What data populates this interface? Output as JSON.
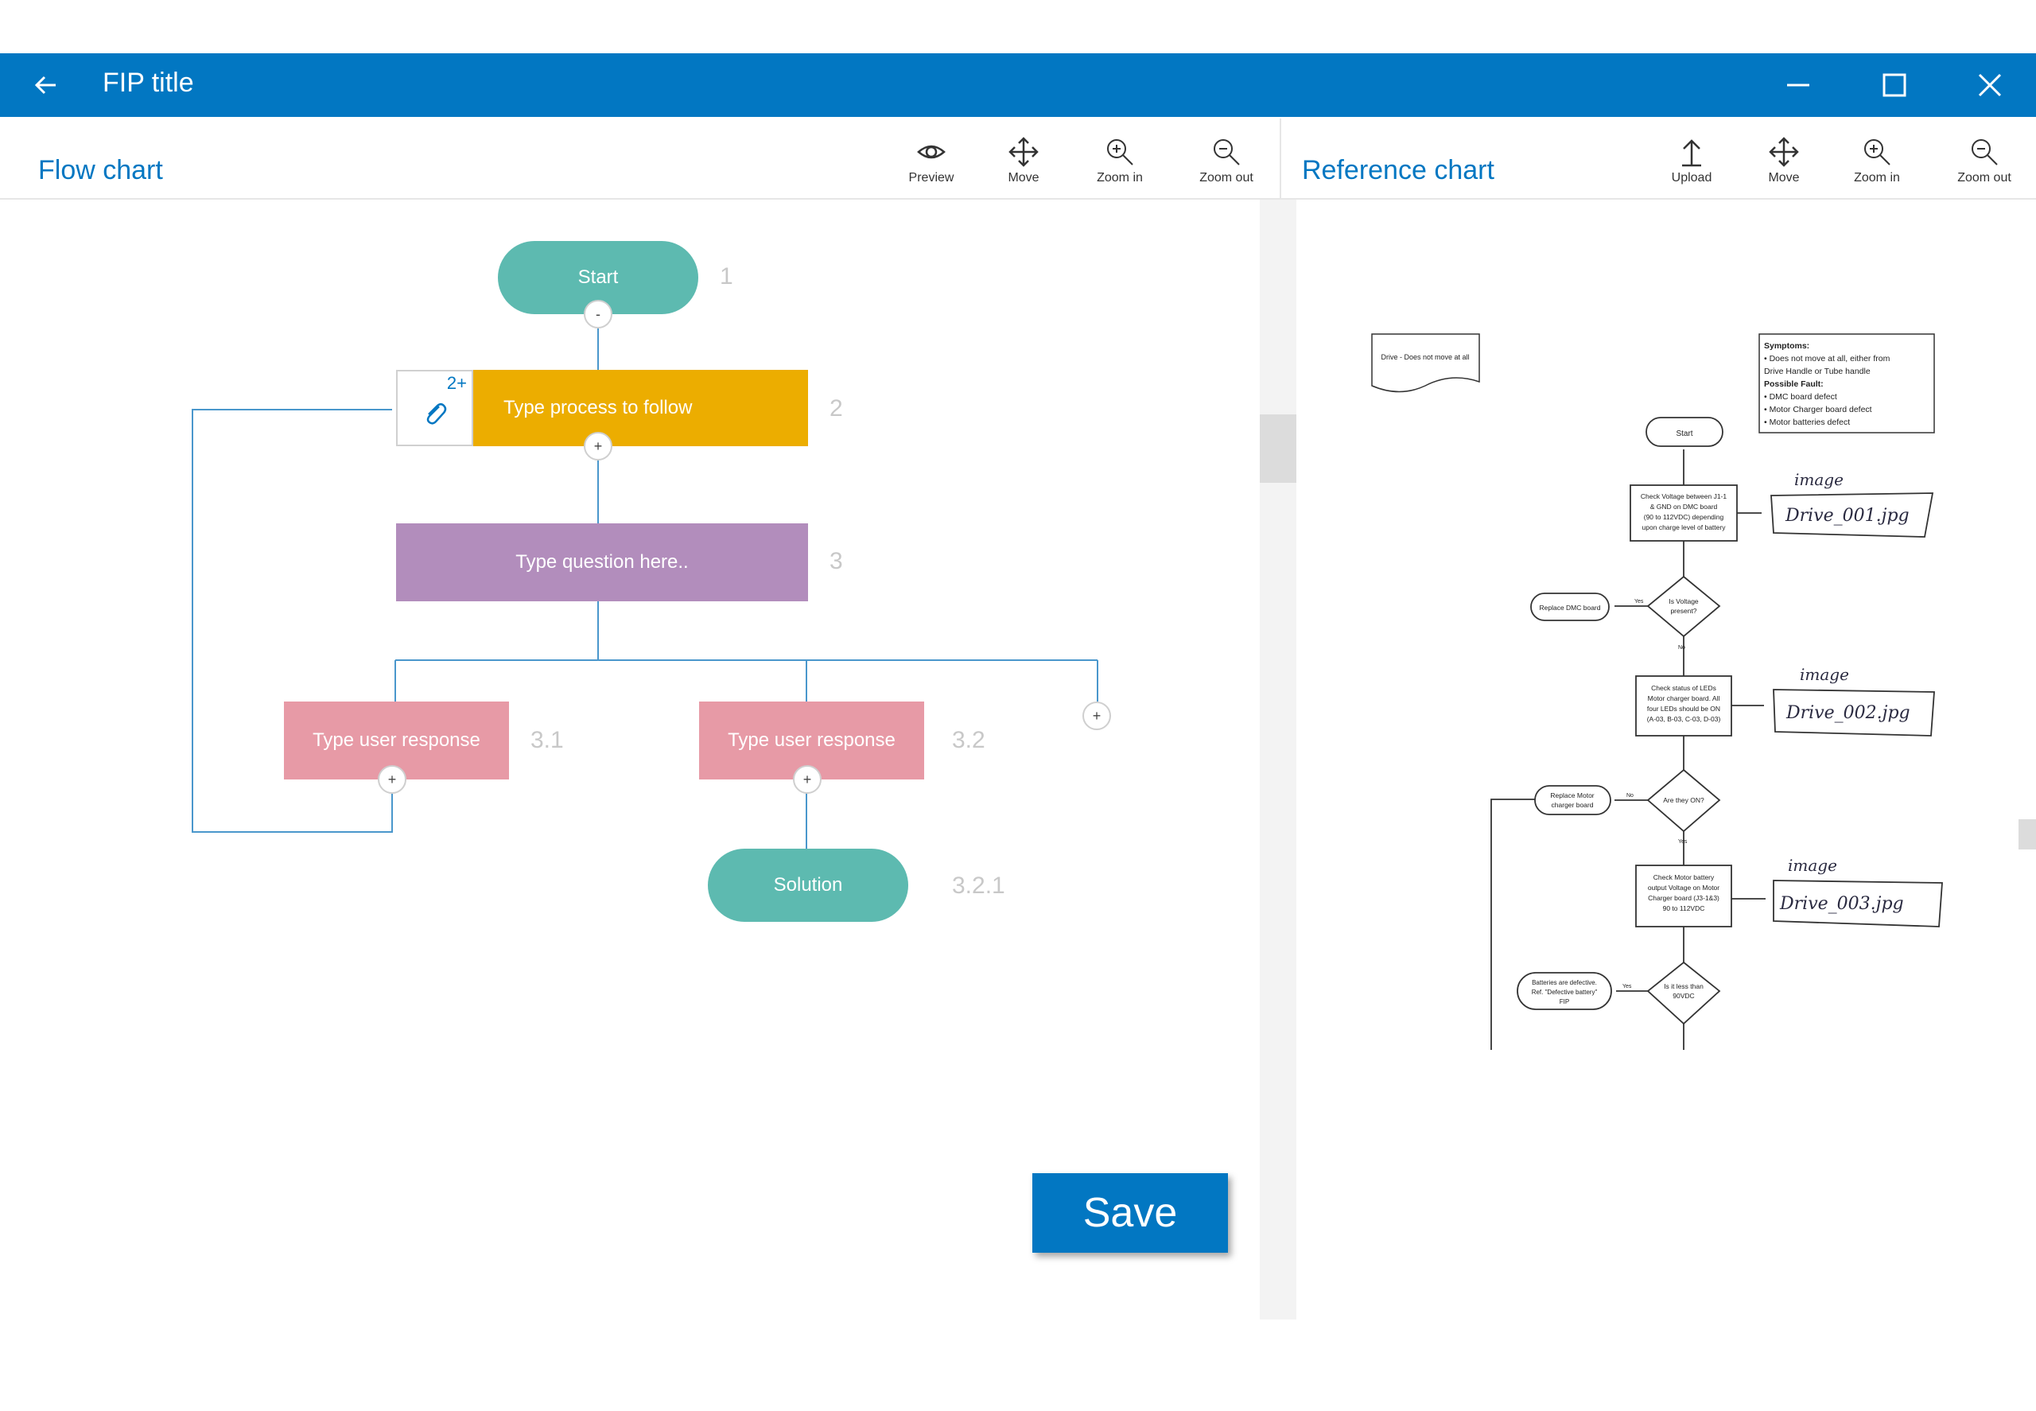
{
  "window": {
    "title": "FIP title"
  },
  "flow_panel": {
    "title": "Flow chart",
    "tools": {
      "preview": "Preview",
      "move": "Move",
      "zoom_in": "Zoom in",
      "zoom_out": "Zoom out"
    }
  },
  "ref_panel": {
    "title": "Reference chart",
    "tools": {
      "upload": "Upload",
      "move": "Move",
      "zoom_in": "Zoom in",
      "zoom_out": "Zoom out"
    }
  },
  "flow": {
    "start": {
      "label": "Start",
      "num": "1",
      "toggle": "-"
    },
    "process": {
      "label": "Type process to follow",
      "num": "2",
      "attachments": "2+",
      "toggle": "+"
    },
    "question": {
      "label": "Type question here..",
      "num": "3"
    },
    "responses": [
      {
        "label": "Type user response",
        "num": "3.1",
        "toggle": "+"
      },
      {
        "label": "Type user response",
        "num": "3.2",
        "toggle": "+"
      }
    ],
    "add_branch": "+",
    "solution": {
      "label": "Solution",
      "num": "3.2.1"
    }
  },
  "reference_chart": {
    "doc_label": "Drive - Does not move at all",
    "symptoms_text": [
      "Symptoms:",
      "•  Does not move at all, either from",
      "   Drive Handle or Tube handle",
      "Possible Fault:",
      "•  DMC board defect",
      "•  Motor Charger board defect",
      "•  Motor batteries defect"
    ],
    "start": "Start",
    "step1": [
      "Check Voltage between J1-1",
      "& GND on DMC board",
      "(90 to 112VDC) depending",
      "upon charge level of battery"
    ],
    "q1": [
      "Is Voltage",
      "present?"
    ],
    "a1": "Replace DMC board",
    "step2": [
      "Check status of LEDs",
      "Motor charger board. All",
      "four LEDs should be ON",
      "(A-03, B-03, C-03, D-03)"
    ],
    "q2": "Are they ON?",
    "a2": [
      "Replace Motor",
      "charger board"
    ],
    "step3": [
      "Check Motor battery",
      "output Voltage on Motor",
      "Charger board (J3-1&3)",
      "90 to 112VDC"
    ],
    "q3": [
      "Is it less than",
      "90VDC"
    ],
    "a3": [
      "Batteries are defective.",
      "Ref. \"Defective battery\"",
      "FIP"
    ],
    "yes": "Yes",
    "no": "No",
    "images": [
      {
        "title": "image",
        "file": "Drive_001.jpg"
      },
      {
        "title": "image",
        "file": "Drive_002.jpg"
      },
      {
        "title": "image",
        "file": "Drive_003.jpg"
      }
    ]
  },
  "actions": {
    "save": "Save"
  },
  "colors": {
    "brand": "#0277c2",
    "start": "#5dbab0",
    "process": "#ecad00",
    "question": "#b28dbc",
    "response": "#e79aa6",
    "connector": "#4a97cc"
  },
  "icons": [
    "back-arrow-icon",
    "minimize-icon",
    "maximize-icon",
    "close-icon",
    "eye-icon",
    "move-icon",
    "zoom-in-icon",
    "zoom-out-icon",
    "upload-icon",
    "paperclip-icon"
  ]
}
